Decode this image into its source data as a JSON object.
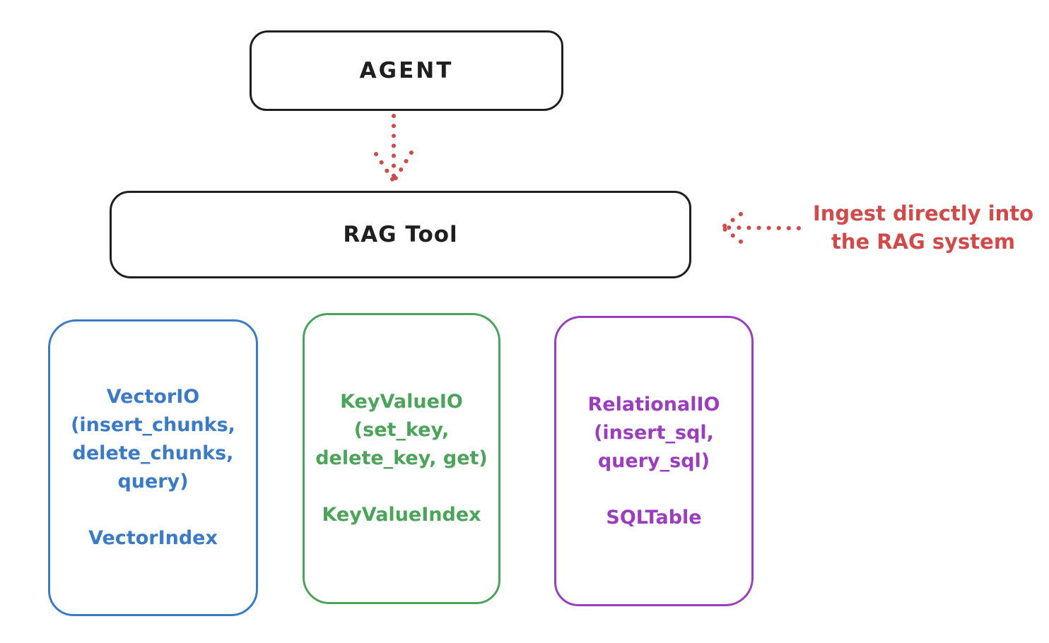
{
  "diagram": {
    "agent": {
      "label": "AGENT"
    },
    "rag_tool": {
      "label": "RAG Tool"
    },
    "ingest_note": {
      "line1": "Ingest directly into",
      "line2": "the RAG system"
    },
    "vector_box": {
      "title": "VectorIO",
      "methods": [
        "(insert_chunks,",
        "delete_chunks,",
        "query)"
      ],
      "index": "VectorIndex"
    },
    "keyvalue_box": {
      "title": "KeyValueIO",
      "methods": [
        "(set_key,",
        "delete_key, get)"
      ],
      "index": "KeyValueIndex"
    },
    "relational_box": {
      "title": "RelationalIO",
      "methods": [
        "(insert_sql,",
        "query_sql)"
      ],
      "index": "SQLTable"
    },
    "colors": {
      "ink": "#1f1f1f",
      "red": "#d04a4a",
      "blue": "#3b7ac4",
      "green": "#4ca35a",
      "purple": "#9a3ebd"
    }
  }
}
